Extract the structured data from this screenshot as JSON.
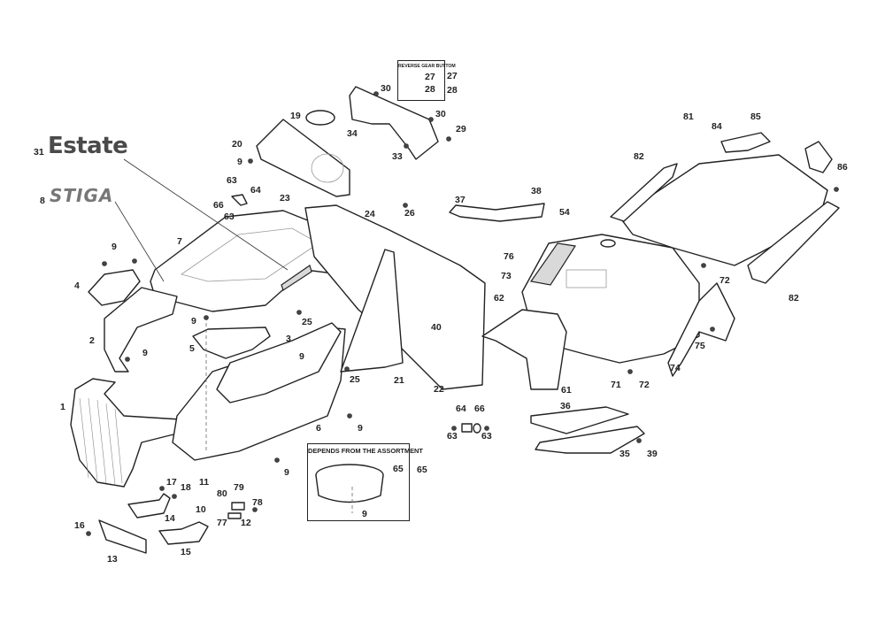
{
  "diagram": {
    "logos": {
      "estate": {
        "part_number": "31",
        "text": "Estate"
      },
      "stiga": {
        "part_number": "8",
        "text": "STIGA"
      }
    },
    "inset_boxes": {
      "reverse_gear": {
        "title": "REVERSE GEAR BUTTOM",
        "parts": [
          "27",
          "28"
        ]
      },
      "assortment": {
        "title": "DEPENDS FROM THE ASSORTMENT",
        "parts": [
          "65",
          "9"
        ]
      }
    },
    "labels": [
      {
        "id": "l1",
        "text": "1"
      },
      {
        "id": "l2",
        "text": "2"
      },
      {
        "id": "l3",
        "text": "3"
      },
      {
        "id": "l4",
        "text": "4"
      },
      {
        "id": "l5",
        "text": "5"
      },
      {
        "id": "l6",
        "text": "6"
      },
      {
        "id": "l7",
        "text": "7"
      },
      {
        "id": "l9a",
        "text": "9"
      },
      {
        "id": "l9b",
        "text": "9"
      },
      {
        "id": "l9c",
        "text": "9"
      },
      {
        "id": "l9d",
        "text": "9"
      },
      {
        "id": "l9e",
        "text": "9"
      },
      {
        "id": "l9f",
        "text": "9"
      },
      {
        "id": "l9g",
        "text": "9"
      },
      {
        "id": "l10",
        "text": "10"
      },
      {
        "id": "l11",
        "text": "11"
      },
      {
        "id": "l12",
        "text": "12"
      },
      {
        "id": "l13",
        "text": "13"
      },
      {
        "id": "l14",
        "text": "14"
      },
      {
        "id": "l15",
        "text": "15"
      },
      {
        "id": "l16",
        "text": "16"
      },
      {
        "id": "l17",
        "text": "17"
      },
      {
        "id": "l18",
        "text": "18"
      },
      {
        "id": "l19",
        "text": "19"
      },
      {
        "id": "l20",
        "text": "20"
      },
      {
        "id": "l21",
        "text": "21"
      },
      {
        "id": "l22",
        "text": "22"
      },
      {
        "id": "l23",
        "text": "23"
      },
      {
        "id": "l24",
        "text": "24"
      },
      {
        "id": "l25a",
        "text": "25"
      },
      {
        "id": "l25b",
        "text": "25"
      },
      {
        "id": "l26",
        "text": "26"
      },
      {
        "id": "l27",
        "text": "27"
      },
      {
        "id": "l28",
        "text": "28"
      },
      {
        "id": "l29",
        "text": "29"
      },
      {
        "id": "l30a",
        "text": "30"
      },
      {
        "id": "l30b",
        "text": "30"
      },
      {
        "id": "l33",
        "text": "33"
      },
      {
        "id": "l34",
        "text": "34"
      },
      {
        "id": "l35",
        "text": "35"
      },
      {
        "id": "l36",
        "text": "36"
      },
      {
        "id": "l37",
        "text": "37"
      },
      {
        "id": "l38",
        "text": "38"
      },
      {
        "id": "l39",
        "text": "39"
      },
      {
        "id": "l40",
        "text": "40"
      },
      {
        "id": "l54",
        "text": "54"
      },
      {
        "id": "l61",
        "text": "61"
      },
      {
        "id": "l62",
        "text": "62"
      },
      {
        "id": "l63a",
        "text": "63"
      },
      {
        "id": "l63b",
        "text": "63"
      },
      {
        "id": "l63c",
        "text": "63"
      },
      {
        "id": "l63d",
        "text": "63"
      },
      {
        "id": "l64a",
        "text": "64"
      },
      {
        "id": "l64b",
        "text": "64"
      },
      {
        "id": "l65",
        "text": "65"
      },
      {
        "id": "l66a",
        "text": "66"
      },
      {
        "id": "l66b",
        "text": "66"
      },
      {
        "id": "l71",
        "text": "71"
      },
      {
        "id": "l72a",
        "text": "72"
      },
      {
        "id": "l72b",
        "text": "72"
      },
      {
        "id": "l73",
        "text": "73"
      },
      {
        "id": "l74",
        "text": "74"
      },
      {
        "id": "l75",
        "text": "75"
      },
      {
        "id": "l76",
        "text": "76"
      },
      {
        "id": "l77",
        "text": "77"
      },
      {
        "id": "l78",
        "text": "78"
      },
      {
        "id": "l79",
        "text": "79"
      },
      {
        "id": "l80",
        "text": "80"
      },
      {
        "id": "l81",
        "text": "81"
      },
      {
        "id": "l82a",
        "text": "82"
      },
      {
        "id": "l82b",
        "text": "82"
      },
      {
        "id": "l84",
        "text": "84"
      },
      {
        "id": "l85",
        "text": "85"
      },
      {
        "id": "l86",
        "text": "86"
      }
    ]
  }
}
